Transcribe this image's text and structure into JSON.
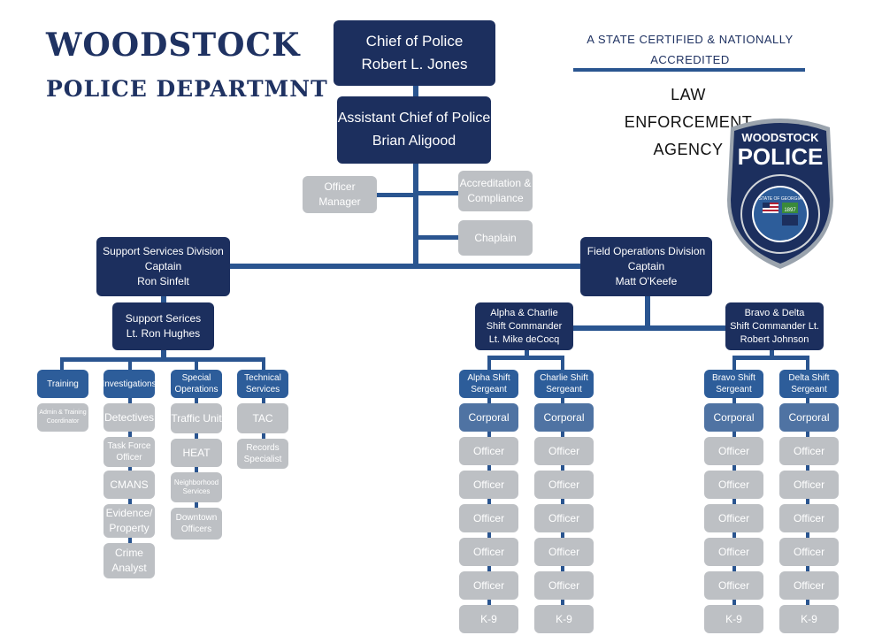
{
  "header": {
    "title_line1": "WOODSTOCK",
    "title_line2": "POLICE DEPARTMNT",
    "accreditation": "A STATE CERTIFIED & NATIONALLY\nACCREDITED",
    "agency": "LAW ENFORCEMENT\nAGENCY"
  },
  "badge": {
    "top": "WOODSTOCK",
    "main": "POLICE",
    "state": "STATE OF GEORGIA",
    "year": "1897"
  },
  "command": {
    "chief": "Chief of Police\nRobert L. Jones",
    "assistant": "Assistant Chief of Police\nBrian Aligood",
    "officer_manager": "Officer Manager",
    "accreditation": "Accreditation &\nCompliance",
    "chaplain": "Chaplain"
  },
  "support": {
    "division": "Support Services Division\nCaptain\nRon Sinfelt",
    "services": "Support Serices\nLt. Ron Hughes",
    "training": "Training",
    "admin": "Admin & Training\nCoordinator",
    "investigations": "Investigations",
    "detectives": "Detectives",
    "task_force": "Task Force\nOfficer",
    "cmans": "CMANS",
    "evidence": "Evidence/\nProperty",
    "crime": "Crime\nAnalyst",
    "special_ops": "Special\nOperations",
    "traffic": "Traffic Unit",
    "heat": "HEAT",
    "neighborhood": "Neighborhood\nServices",
    "downtown": "Downtown\nOfficers",
    "technical": "Technical\nServices",
    "tac": "TAC",
    "records": "Records\nSpecialist"
  },
  "field": {
    "division": "Field Operations Division\nCaptain\nMatt O'Keefe",
    "ac": "Alpha & Charlie\nShift Commander\nLt. Mike deCocq",
    "bd": "Bravo & Delta\nShift Commander Lt.\nRobert Johnson",
    "alpha": "Alpha Shift\nSergeant",
    "charlie": "Charlie Shift\nSergeant",
    "bravo": "Bravo Shift\nSergeant",
    "delta": "Delta Shift\nSergeant",
    "corporal": "Corporal",
    "officer": "Officer",
    "k9": "K-9"
  }
}
